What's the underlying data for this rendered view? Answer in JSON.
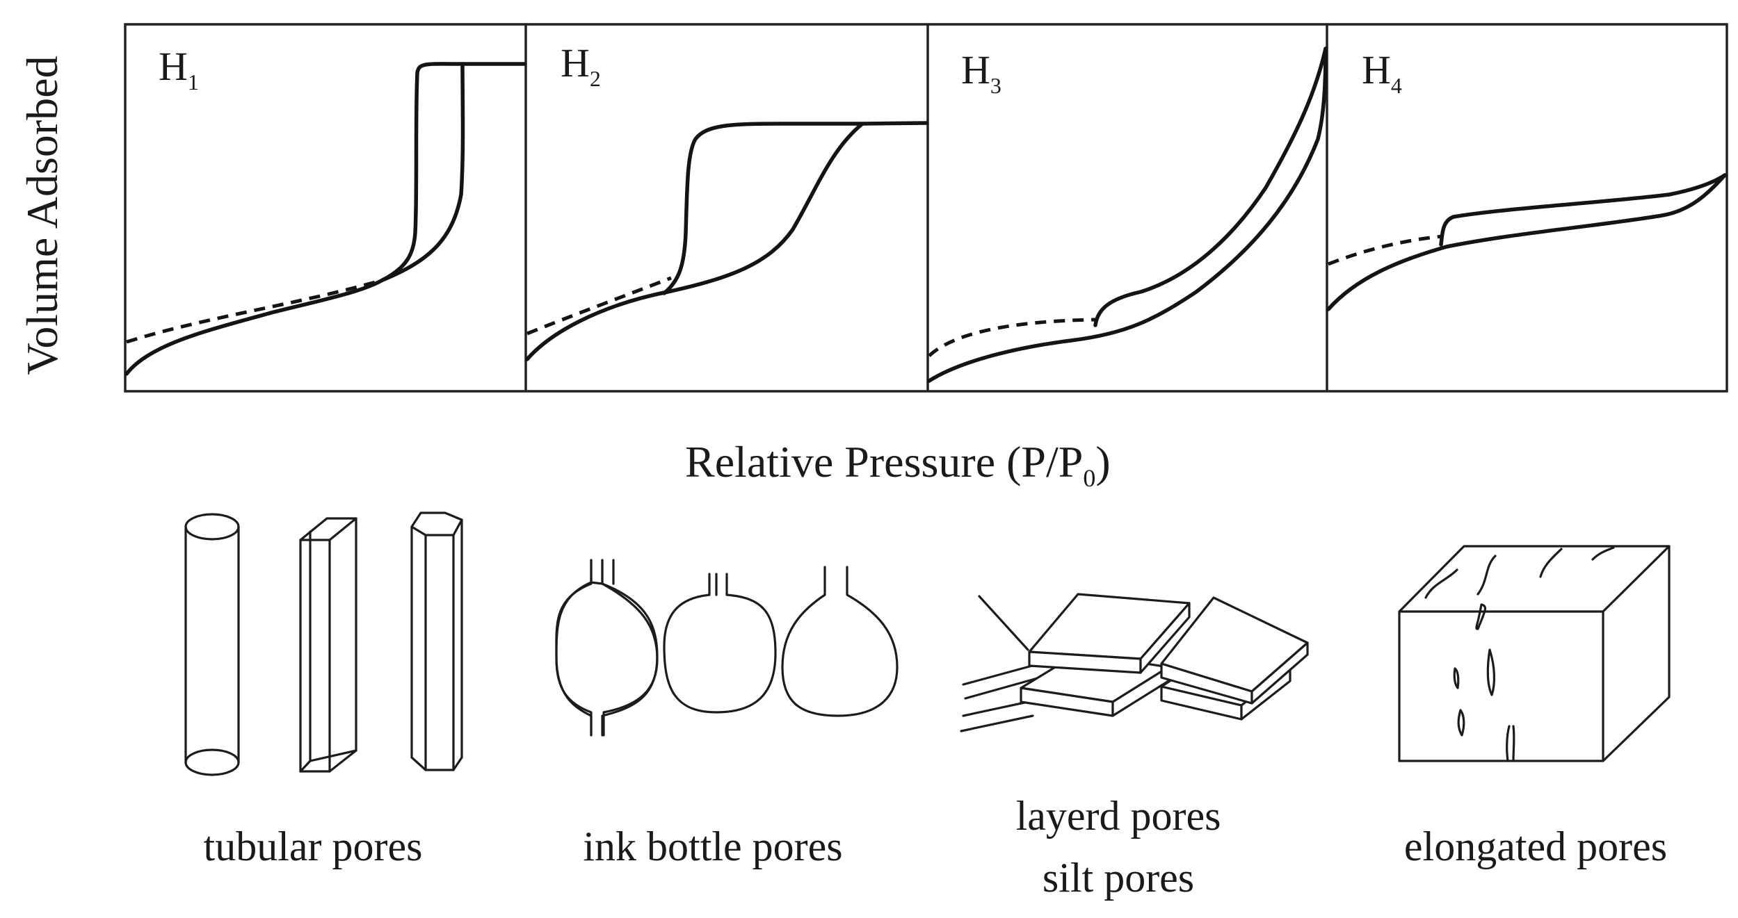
{
  "y_axis_label": "Volume Adsorbed",
  "x_axis_label": "Relative Pressure (P/P",
  "x_axis_subscript": "0",
  "x_axis_close": ")",
  "panels": [
    {
      "letter": "H",
      "subscript": "1"
    },
    {
      "letter": "H",
      "subscript": "2"
    },
    {
      "letter": "H",
      "subscript": "3"
    },
    {
      "letter": "H",
      "subscript": "4"
    }
  ],
  "pores": [
    {
      "label": "tubular pores"
    },
    {
      "label": "ink bottle pores"
    },
    {
      "label": "layerd pores",
      "label2": "silt pores"
    },
    {
      "label": "elongated pores"
    }
  ]
}
